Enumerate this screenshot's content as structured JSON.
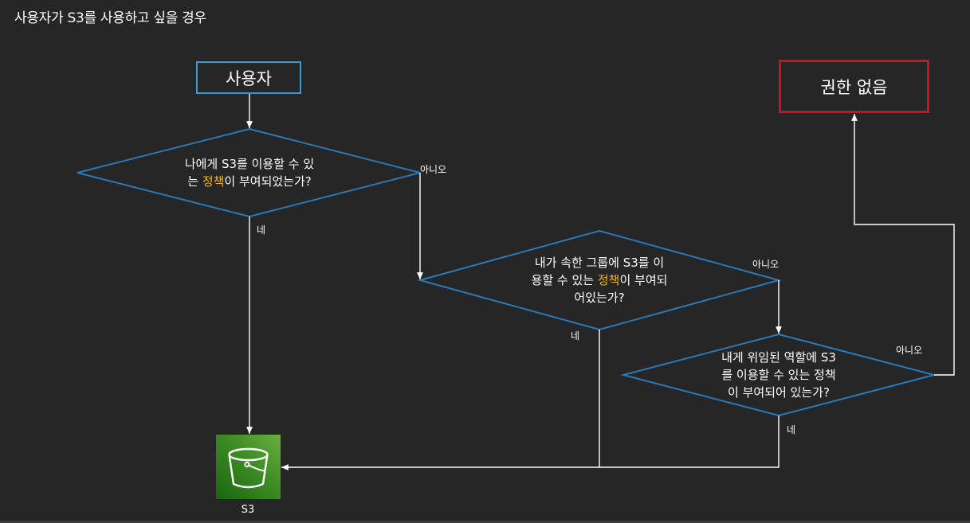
{
  "title": "사용자가 S3를 사용하고 싶을 경우",
  "nodes": {
    "start": "사용자",
    "deny": "권한 없음",
    "q1": {
      "line1": "나에게 S3를 이용할 수 있",
      "line2_pre": "는 ",
      "line2_hl": "정책",
      "line2_post": "이 부여되었는가?"
    },
    "q2": {
      "line1": "내가 속한 그룹에 S3를 이",
      "line2_pre": "용할 수 있는 ",
      "line2_hl": "정책",
      "line2_post": "이 부여되",
      "line3": "어있는가?"
    },
    "q3": {
      "line1": "내게 위임된 역할에 S3",
      "line2": "를 이용할 수 있는 정책",
      "line3": "이 부여되어 있는가?"
    },
    "s3": "S3"
  },
  "edge_labels": {
    "no": "아니오",
    "yes": "네"
  },
  "colors": {
    "background": "#262626",
    "box_border": "#3a9ad9",
    "diamond_border": "#2a79b8",
    "deny_border": "#c8141c",
    "highlight": "#f2b705",
    "line": "#ffffff"
  }
}
